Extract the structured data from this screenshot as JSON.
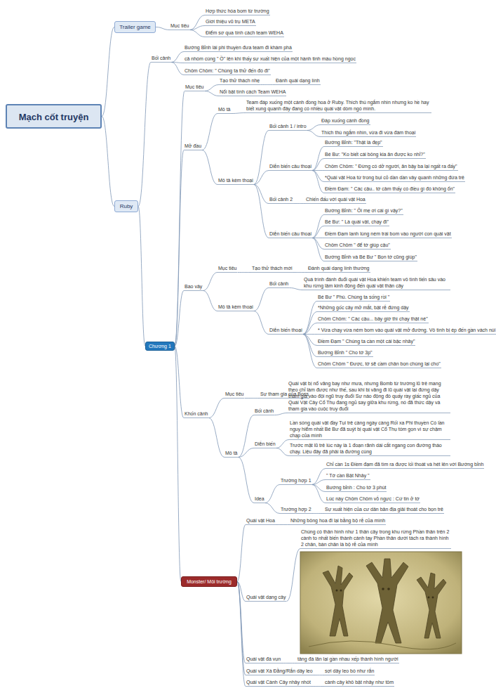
{
  "diagram": {
    "nodes": [
      {
        "text": [
          "Mạch cốt truyện"
        ]
      },
      {
        "text": [
          "Trailer game"
        ]
      },
      {
        "text": [
          "Mục tiêu"
        ]
      },
      {
        "text": [
          "Hợp thức hóa bom từ trường"
        ]
      },
      {
        "text": [
          "Giới thiệu vũ trụ META"
        ]
      },
      {
        "text": [
          "Điểm sơ qua tính cách team WEHA"
        ]
      },
      {
        "text": [
          "Ruby"
        ]
      },
      {
        "text": [
          "Bối cảnh"
        ]
      },
      {
        "text": [
          "Bướng Bỉnh lái phi thuyền đưa team đi khám phá"
        ]
      },
      {
        "text": [
          "cả nhóm cùng \" Ồ\" lên khi thấy sự xuất hiện của một hành tinh màu hồng ngọc"
        ]
      },
      {
        "text": [
          "Chôm Chôm: \" Chúng ta thử đến đó đi\""
        ]
      },
      {
        "text": [
          "Chương 1"
        ]
      },
      {
        "text": [
          "Mở đầu"
        ]
      },
      {
        "text": [
          "Mục tiêu"
        ]
      },
      {
        "text": [
          "Tạo thử thách nhẹ"
        ]
      },
      {
        "text": [
          "Đánh quái dạng lính"
        ]
      },
      {
        "text": [
          "Nổi bật tính cách Team WEHA"
        ]
      },
      {
        "text": [
          "Mô tả"
        ]
      },
      {
        "text": [
          "Team đáp xuống một cánh đồng hoa ở Ruby. Thích thú ngắm nhìn nhưng ko hề hay biết xung quanh đây đang có nhiều quái vật dòm ngó mình."
        ]
      },
      {
        "text": [
          "Mô tả kèm thoại"
        ]
      },
      {
        "text": [
          "Bối cảnh 1 / intro"
        ]
      },
      {
        "text": [
          "Đáp xuống cánh đồng"
        ]
      },
      {
        "text": [
          "Thích thú ngắm nhìn, vừa đi vừa đàm thoại"
        ]
      },
      {
        "text": [
          "Diễn biến câu thoại"
        ]
      },
      {
        "text": [
          "Bướng Bỉnh: \"Thật là đẹp\""
        ]
      },
      {
        "text": [
          "Bé Bư: \"Ko biết cái bông kia ăn được ko nhỉ?\""
        ]
      },
      {
        "text": [
          "Chôm Chôm: \" Đừng có dở người, ăn bậy ba lại ngất ra đấy\""
        ]
      },
      {
        "text": [
          "*Quái vật Hoa từ trong bụi cỏ dần dần vây quanh những đứa trẻ"
        ]
      },
      {
        "text": [
          "Điềm Đạm: \" Các cậu.. tớ cảm thấy có điều gì đó không ổn\""
        ]
      },
      {
        "text": [
          "Bối cảnh 2"
        ]
      },
      {
        "text": [
          "Chiến đấu với quái vật Hoa"
        ]
      },
      {
        "text": [
          "Diễn biến câu thoại"
        ]
      },
      {
        "text": [
          "Bướng Bỉnh: \" Ôi mẹ ơi cái gì vậy?\""
        ]
      },
      {
        "text": [
          "Bé Bư: \" Là quái vật, chạy đi\""
        ]
      },
      {
        "text": [
          "Điềm Đạm lanh lùng ném trái bom vào người con quái vật"
        ]
      },
      {
        "text": [
          "Chôm Chôm \" để tớ giúp cậu\""
        ]
      },
      {
        "text": [
          "Bướng Bỉnh và Bé Bư \" Bọn tớ cũng giúp\""
        ]
      },
      {
        "text": [
          "Bao vây"
        ]
      },
      {
        "text": [
          "Mục tiêu"
        ]
      },
      {
        "text": [
          "Tạo thử thách mới"
        ]
      },
      {
        "text": [
          "Đánh quái dạng lính thường"
        ]
      },
      {
        "text": [
          "Mô tả kèm thoại"
        ]
      },
      {
        "text": [
          "Bối cảnh"
        ]
      },
      {
        "text": [
          "Quá trình đánh đuổi quái vật Hoa khiến team vô tình tiến sâu vào khu rừng lâm kinh động đến quái vật thân cây"
        ]
      },
      {
        "text": [
          "Diễn biến thoại"
        ]
      },
      {
        "text": [
          "Bé Bư \" Phù. Chúng ta sống rồi \""
        ]
      },
      {
        "text": [
          "*Những gốc cây mở mắt, bật rễ đứng dậy"
        ]
      },
      {
        "text": [
          "Chôm Chôm: \" Các cậu... bây giờ thì chạy thật nè\""
        ]
      },
      {
        "text": [
          "* Vừa chạy vừa ném bom vào quái vật mở đường. Vô tình bị ép đến gần vách núi"
        ]
      },
      {
        "text": [
          "Điềm Đạm \" Chúng ta cần một cái bậc nhảy\""
        ]
      },
      {
        "text": [
          "Bướng Bỉnh \" Cho tớ 3p\""
        ]
      },
      {
        "text": [
          "Chôm Chôm \" Được, tớ sẽ cầm chân bọn chúng lại cho\""
        ]
      },
      {
        "text": [
          "Khốn cảnh"
        ]
      },
      {
        "text": [
          "Mục tiêu"
        ]
      },
      {
        "text": [
          "Sự tham gia của Boss"
        ]
      },
      {
        "text": [
          "Mô tả"
        ]
      },
      {
        "text": [
          "Bối cảnh"
        ]
      },
      {
        "text": [
          "Quái vật bị nổ văng bay như mưa, nhưng Bomb từ trường lũ trẻ mang theo chỉ làm được như thế, sau khi bị văng đi lũ quái vật lại đứng dậy tham gia vào đội ngũ truy đuổi Sự náo động đó quấy rầy giấc ngủ của Quái Vật Cây Cổ Thụ đang ngủ say giữa khu rừng, nó đã thức dậy và tham gia vào cuộc truy đuổi"
        ]
      },
      {
        "text": [
          "Diễn biến"
        ]
      },
      {
        "text": [
          "Lần sóng quái vật đầy Tụi trẻ càng ngày càng Rối xa Phi thuyền Có lần nguy hiểm nhất Bé Bư đã suýt bị quái vật Cổ Thụ tóm gọn vì sự chậm chạp của mình"
        ]
      },
      {
        "text": [
          "Trước mặt lũ trẻ lúc này là 1 đoạn rãnh dài cắt ngang con đường tháo chạy. Liệu đây đã phải là đường cùng"
        ]
      },
      {
        "text": [
          "Idea"
        ]
      },
      {
        "text": [
          "Trường hợp 1"
        ]
      },
      {
        "text": [
          "Chỉ cần 1s Điềm đạm đã tìm ra được lối thoát và hét lên với Bướng bỉnh"
        ]
      },
      {
        "text": [
          "\" Tớ cần Bật Nhảy \""
        ]
      },
      {
        "text": [
          "Bướng bỉnh : Cho tớ 3 phút"
        ]
      },
      {
        "text": [
          "Lúc này Chôm Chôm vỗ ngực : Cứ tin ở tớ"
        ]
      },
      {
        "text": [
          "Trường hợp 2"
        ]
      },
      {
        "text": [
          "Sự xuất hiện của cư dân bản địa giải thoát cho bọn trẻ"
        ]
      },
      {
        "text": [
          "Monster/ Môi trường"
        ]
      },
      {
        "text": [
          "Quái vật Hoa"
        ]
      },
      {
        "text": [
          "Những bông hoa đi lại bằng bộ rễ của mình"
        ]
      },
      {
        "text": [
          "Quái vật dạng cây"
        ]
      },
      {
        "text": [
          "Chúng có thân hình như 1 thân cây trong khu rừng Phần thân trên 2 cành to nhất biến thành cánh tay Phần thân dưới tách ra thành hình 2 chân, bàn chân là bộ rễ của mình"
        ]
      },
      {
        "text": [
          "Quái vật đá vụn"
        ]
      },
      {
        "text": [
          "tảng đá lăn lại gần nhau xếp thành hình người"
        ]
      },
      {
        "text": [
          "Quái vật Xà Đằng/Rắn dây leo"
        ]
      },
      {
        "text": [
          "sợi dây leo bò như rắn"
        ]
      },
      {
        "text": [
          "Quái vật Cành Cây nhảy nhót"
        ]
      },
      {
        "text": [
          "cành cây khô bật nhảy như tôm"
        ]
      }
    ],
    "edges": [
      {
        "from": 0,
        "to": 1,
        "arrow": "none"
      },
      {
        "from": 1,
        "to": 2,
        "arrow": "none"
      },
      {
        "from": 2,
        "to": 3,
        "arrow": "none"
      },
      {
        "from": 2,
        "to": 4,
        "arrow": "none"
      },
      {
        "from": 2,
        "to": 5,
        "arrow": "none"
      },
      {
        "from": 0,
        "to": 6,
        "arrow": "none"
      },
      {
        "from": 6,
        "to": 7,
        "arrow": "none"
      },
      {
        "from": 7,
        "to": 8,
        "arrow": "none"
      },
      {
        "from": 7,
        "to": 9,
        "arrow": "none"
      },
      {
        "from": 7,
        "to": 10,
        "arrow": "none"
      },
      {
        "from": 6,
        "to": 11,
        "arrow": "none"
      },
      {
        "from": 11,
        "to": 12,
        "arrow": "none"
      },
      {
        "from": 11,
        "to": 13,
        "arrow": "none"
      },
      {
        "from": 13,
        "to": 14,
        "arrow": "none"
      },
      {
        "from": 14,
        "to": 15,
        "arrow": "none"
      },
      {
        "from": 13,
        "to": 16,
        "arrow": "none"
      },
      {
        "from": 12,
        "to": 17,
        "arrow": "none"
      },
      {
        "from": 17,
        "to": 18,
        "arrow": "none"
      },
      {
        "from": 12,
        "to": 19,
        "arrow": "none"
      },
      {
        "from": 19,
        "to": 20,
        "arrow": "none"
      },
      {
        "from": 20,
        "to": 21,
        "arrow": "none"
      },
      {
        "from": 20,
        "to": 22,
        "arrow": "none"
      },
      {
        "from": 19,
        "to": 23,
        "arrow": "none"
      },
      {
        "from": 23,
        "to": 24,
        "arrow": "none"
      },
      {
        "from": 23,
        "to": 25,
        "arrow": "none"
      },
      {
        "from": 23,
        "to": 26,
        "arrow": "none"
      },
      {
        "from": 23,
        "to": 27,
        "arrow": "none"
      },
      {
        "from": 23,
        "to": 28,
        "arrow": "none"
      },
      {
        "from": 19,
        "to": 29,
        "arrow": "none"
      },
      {
        "from": 29,
        "to": 30,
        "arrow": "none"
      },
      {
        "from": 19,
        "to": 31,
        "arrow": "none"
      },
      {
        "from": 31,
        "to": 32,
        "arrow": "none"
      },
      {
        "from": 31,
        "to": 33,
        "arrow": "none"
      },
      {
        "from": 31,
        "to": 34,
        "arrow": "none"
      },
      {
        "from": 31,
        "to": 35,
        "arrow": "none"
      },
      {
        "from": 31,
        "to": 36,
        "arrow": "none"
      },
      {
        "from": 11,
        "to": 37,
        "arrow": "none"
      },
      {
        "from": 37,
        "to": 38,
        "arrow": "none"
      },
      {
        "from": 38,
        "to": 39,
        "arrow": "none"
      },
      {
        "from": 39,
        "to": 40,
        "arrow": "none"
      },
      {
        "from": 37,
        "to": 41,
        "arrow": "none"
      },
      {
        "from": 41,
        "to": 42,
        "arrow": "none"
      },
      {
        "from": 42,
        "to": 43,
        "arrow": "none"
      },
      {
        "from": 41,
        "to": 44,
        "arrow": "none"
      },
      {
        "from": 44,
        "to": 45,
        "arrow": "none"
      },
      {
        "from": 44,
        "to": 46,
        "arrow": "none"
      },
      {
        "from": 44,
        "to": 47,
        "arrow": "none"
      },
      {
        "from": 44,
        "to": 48,
        "arrow": "none"
      },
      {
        "from": 44,
        "to": 49,
        "arrow": "none"
      },
      {
        "from": 44,
        "to": 50,
        "arrow": "none"
      },
      {
        "from": 44,
        "to": 51,
        "arrow": "none"
      },
      {
        "from": 11,
        "to": 52,
        "arrow": "none"
      },
      {
        "from": 52,
        "to": 53,
        "arrow": "none"
      },
      {
        "from": 53,
        "to": 54,
        "arrow": "none"
      },
      {
        "from": 52,
        "to": 55,
        "arrow": "none"
      },
      {
        "from": 55,
        "to": 56,
        "arrow": "none"
      },
      {
        "from": 56,
        "to": 57,
        "arrow": "none"
      },
      {
        "from": 55,
        "to": 58,
        "arrow": "none"
      },
      {
        "from": 58,
        "to": 59,
        "arrow": "none"
      },
      {
        "from": 58,
        "to": 60,
        "arrow": "none"
      },
      {
        "from": 55,
        "to": 61,
        "arrow": "none"
      },
      {
        "from": 61,
        "to": 62,
        "arrow": "none"
      },
      {
        "from": 62,
        "to": 63,
        "arrow": "none"
      },
      {
        "from": 62,
        "to": 64,
        "arrow": "none"
      },
      {
        "from": 62,
        "to": 65,
        "arrow": "none"
      },
      {
        "from": 62,
        "to": 66,
        "arrow": "none"
      },
      {
        "from": 61,
        "to": 67,
        "arrow": "none"
      },
      {
        "from": 67,
        "to": 68,
        "arrow": "none"
      },
      {
        "from": 11,
        "to": 69,
        "arrow": "none"
      },
      {
        "from": 69,
        "to": 70,
        "arrow": "none"
      },
      {
        "from": 70,
        "to": 71,
        "arrow": "none"
      },
      {
        "from": 69,
        "to": 72,
        "arrow": "none"
      },
      {
        "from": 72,
        "to": 73,
        "arrow": "none"
      },
      {
        "from": 69,
        "to": 74,
        "arrow": "none"
      },
      {
        "from": 74,
        "to": 75,
        "arrow": "none"
      },
      {
        "from": 69,
        "to": 76,
        "arrow": "none"
      },
      {
        "from": 76,
        "to": 77,
        "arrow": "none"
      },
      {
        "from": 69,
        "to": 78,
        "arrow": "none"
      },
      {
        "from": 78,
        "to": 79,
        "arrow": "none"
      }
    ]
  }
}
